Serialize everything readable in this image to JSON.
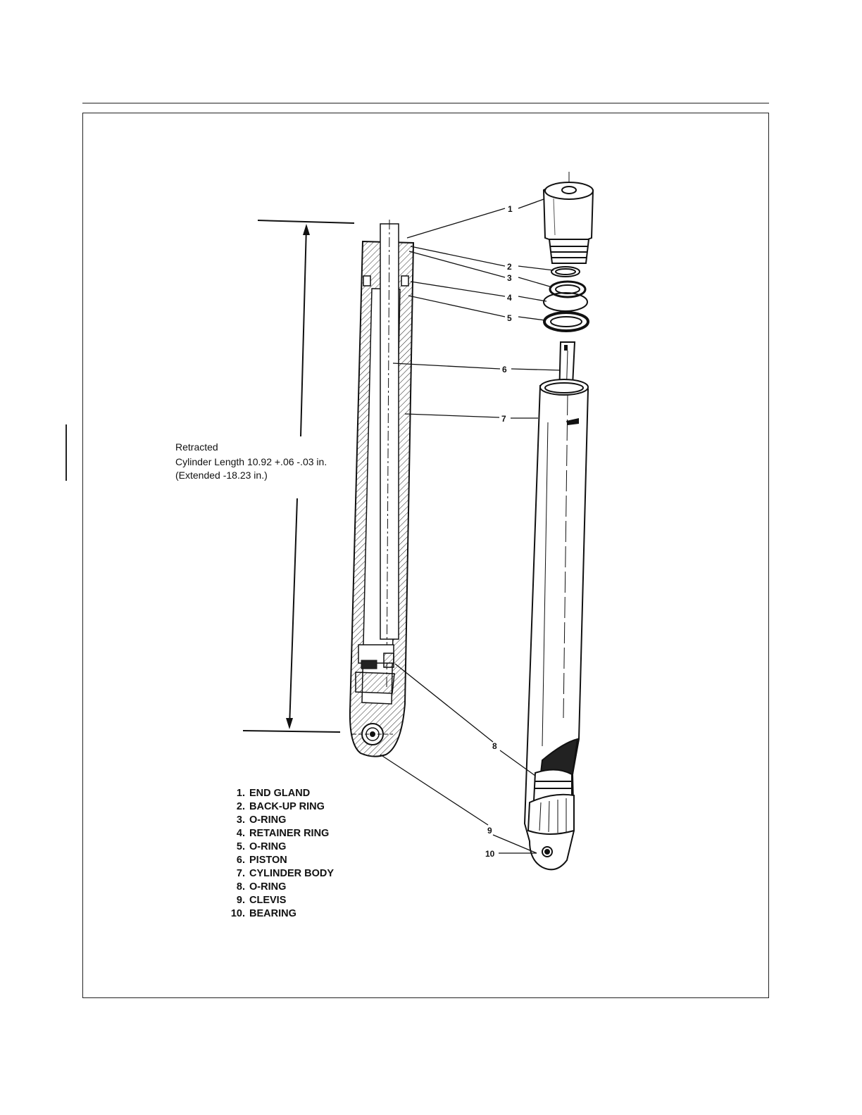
{
  "dimension": {
    "line1": "Retracted",
    "line2": "Cylinder Length 10.92 +.06 -.03 in.",
    "line3": "(Extended -18.23 in.)"
  },
  "callouts": [
    "1",
    "2",
    "3",
    "4",
    "5",
    "6",
    "7",
    "8",
    "9",
    "10"
  ],
  "legend": [
    {
      "num": "1.",
      "name": "END GLAND"
    },
    {
      "num": "2.",
      "name": "BACK-UP RING"
    },
    {
      "num": "3.",
      "name": "O-RING"
    },
    {
      "num": "4.",
      "name": "RETAINER RING"
    },
    {
      "num": "5.",
      "name": "O-RING"
    },
    {
      "num": "6.",
      "name": "PISTON"
    },
    {
      "num": "7.",
      "name": "CYLINDER BODY"
    },
    {
      "num": "8.",
      "name": "O-RING"
    },
    {
      "num": "9.",
      "name": "CLEVIS"
    },
    {
      "num": "10.",
      "name": "BEARING"
    }
  ]
}
